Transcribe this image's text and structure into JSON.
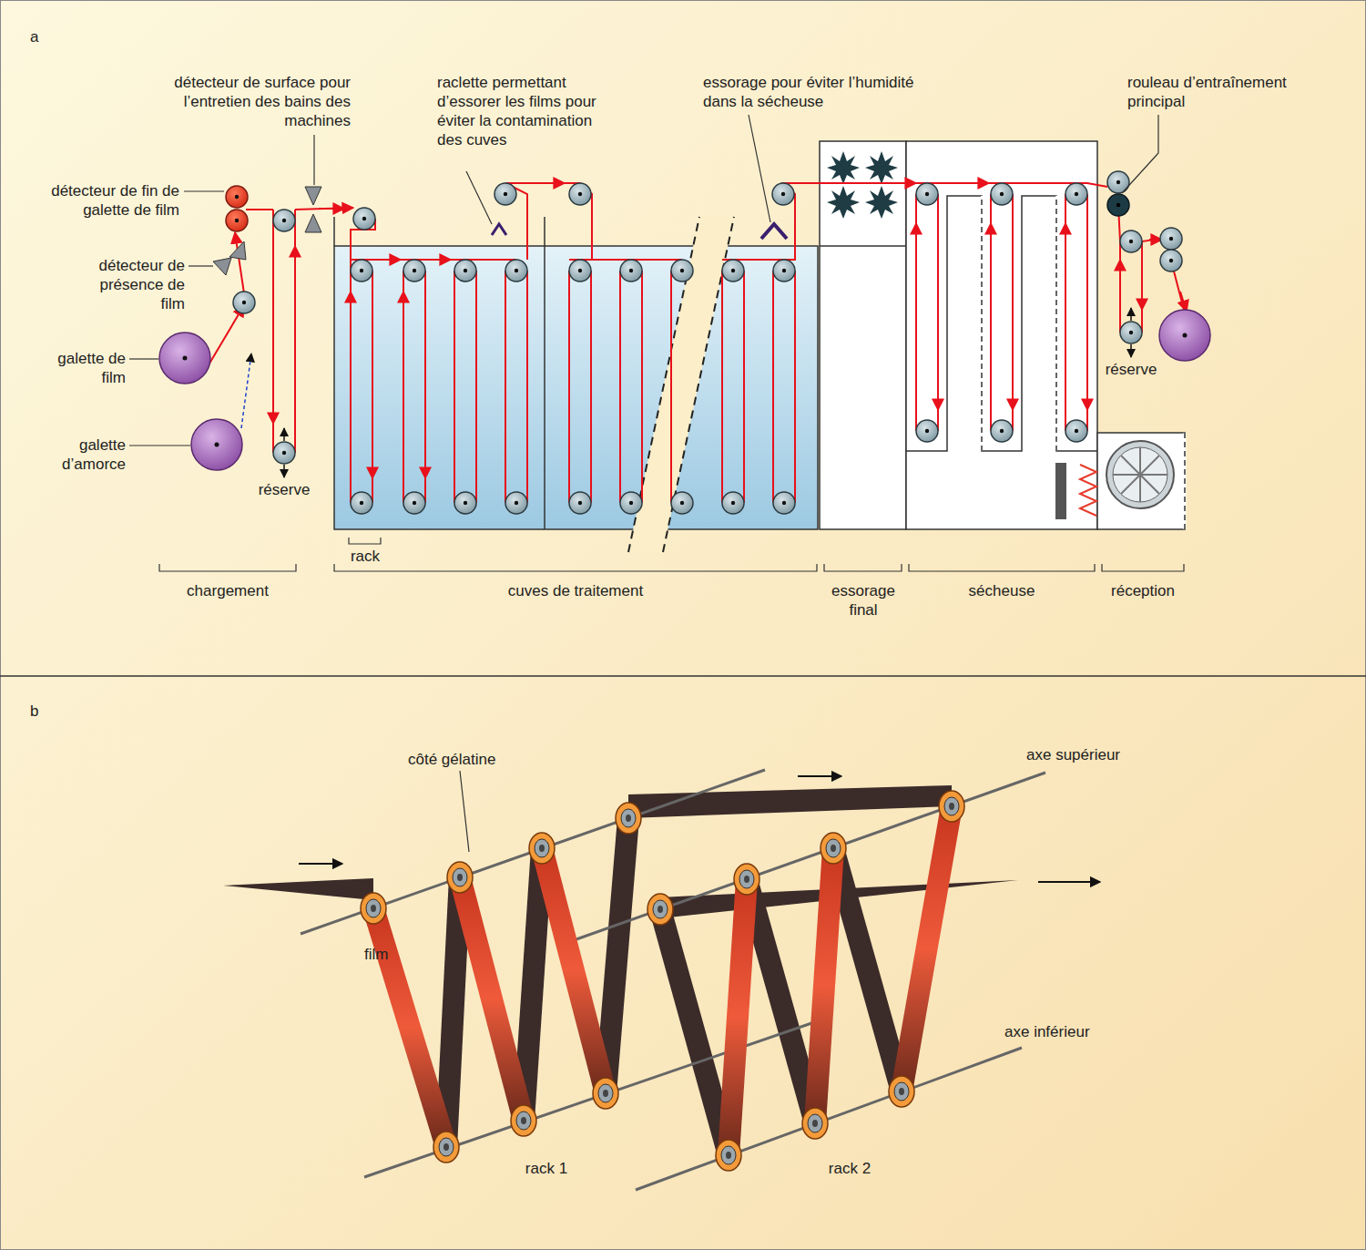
{
  "diagram": {
    "labels": [
      "a",
      "détecteur de surface pour l’entretien des bains des machines",
      "raclette permettant d’essorer les films pour éviter la contamination des cuves",
      "essorage pour éviter l’humidité dans la sécheuse",
      "rouleau d’entraînement principal",
      "détecteur de fin de galette de film",
      "détecteur de présence de film",
      "galette de film",
      "galette d’amorce",
      "réserve",
      "rack",
      "réserve",
      "chargement",
      "cuves de traitement",
      "essorage final",
      "sécheuse",
      "réception",
      "b",
      "côté gélatine",
      "axe supérieur",
      "film",
      "axe inférieur",
      "rack 1",
      "rack 2"
    ]
  }
}
